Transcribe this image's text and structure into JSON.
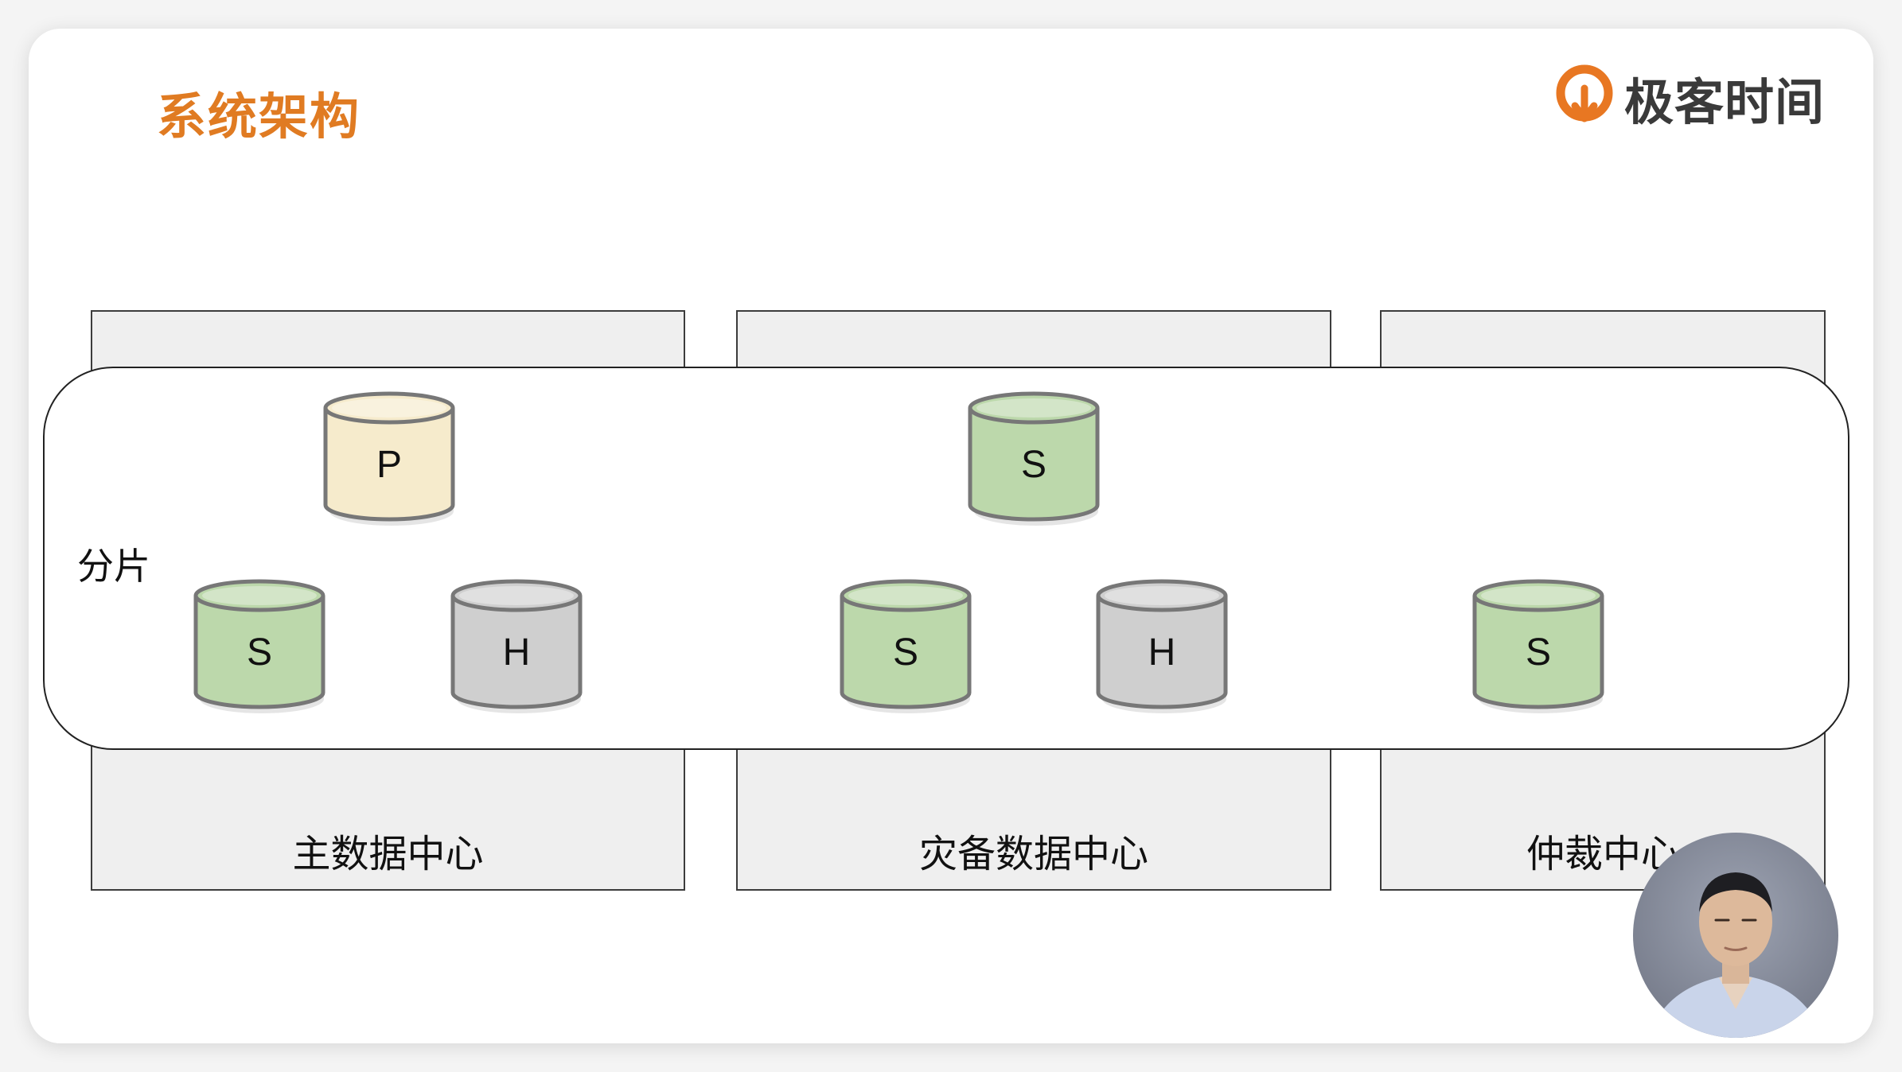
{
  "slide": {
    "title": "系统架构",
    "logo_text": "极客时间",
    "shard_label": "分片"
  },
  "datacenters": [
    {
      "label": "主数据中心"
    },
    {
      "label": "灾备数据中心"
    },
    {
      "label": "仲裁中心"
    }
  ],
  "nodes": [
    {
      "label": "P",
      "role": "primary",
      "color": "#f6ebcc"
    },
    {
      "label": "S",
      "role": "secondary",
      "color": "#bcd8ab"
    },
    {
      "label": "S",
      "role": "secondary",
      "color": "#bcd8ab"
    },
    {
      "label": "H",
      "role": "hidden",
      "color": "#cfcfcf"
    },
    {
      "label": "S",
      "role": "secondary",
      "color": "#bcd8ab"
    },
    {
      "label": "H",
      "role": "hidden",
      "color": "#cfcfcf"
    },
    {
      "label": "S",
      "role": "secondary",
      "color": "#bcd8ab"
    }
  ],
  "colors": {
    "title": "#e07b22",
    "logo": "#e87722",
    "primary": "#f6ebcc",
    "secondary": "#bcd8ab",
    "hidden": "#cfcfcf"
  }
}
